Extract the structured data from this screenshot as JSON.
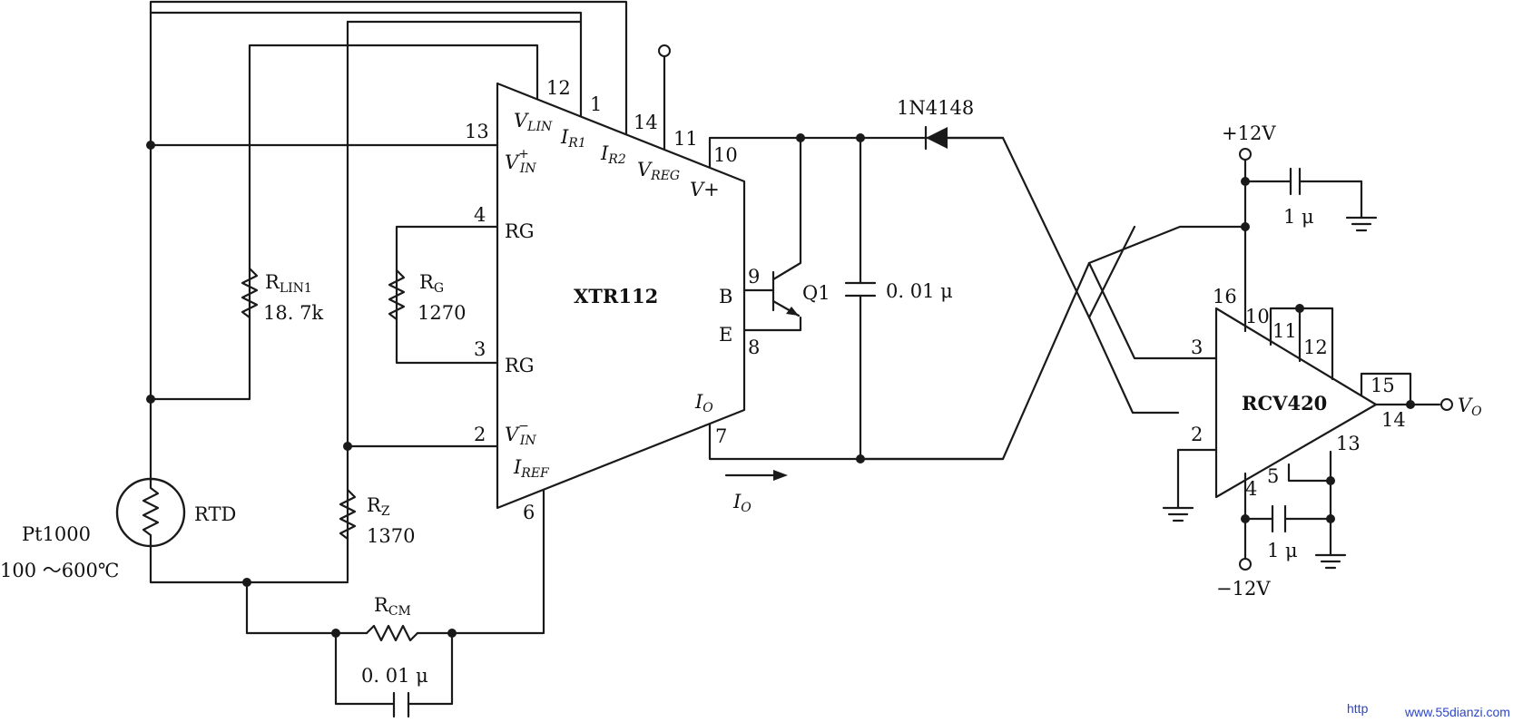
{
  "ic1": {
    "name": "XTR112",
    "pins": {
      "p12": "12",
      "p1": "1",
      "p14": "14",
      "p11": "11",
      "p10": "10",
      "p13": "13",
      "p4": "4",
      "p3": "3",
      "p2": "2",
      "p6": "6",
      "p9": "9",
      "p8": "8",
      "p7": "7"
    },
    "pin_labels": {
      "vlin_main": "V",
      "vlin_sub": "LIN",
      "ir1_main": "I",
      "ir1_sub": "R1",
      "ir2_main": "I",
      "ir2_sub": "R2",
      "vreg_main": "V",
      "vreg_sub": "REG",
      "vplus": "V+",
      "vinp_main": "V",
      "vinp_sup": "+",
      "vinp_sub": "IN",
      "rg_top": "RG",
      "rg_bot": "RG",
      "vinm_main": "V",
      "vinm_sup": "−",
      "vinm_sub": "IN",
      "iref_main": "I",
      "iref_sub": "REF",
      "b": "B",
      "e": "E",
      "io_main": "I",
      "io_sub": "O"
    }
  },
  "ic2": {
    "name": "RCV420",
    "pins": {
      "p16": "16",
      "p10": "10",
      "p11": "11",
      "p12": "12",
      "p15": "15",
      "p3": "3",
      "p2": "2",
      "p14": "14",
      "p13": "13",
      "p5": "5",
      "p4": "4"
    }
  },
  "components": {
    "rlin1_main": "R",
    "rlin1_sub": "LIN1",
    "rlin1_value": "18. 7k",
    "rg_main": "R",
    "rg_sub": "G",
    "rg_value": "1270",
    "rz_main": "R",
    "rz_sub": "Z",
    "rz_value": "1370",
    "rcm_main": "R",
    "rcm_sub": "CM",
    "rcm_cap_value": "0. 01 μ",
    "rtd_label": "RTD",
    "rtd_type": "Pt1000",
    "rtd_range": "100 ～600℃",
    "q1_label": "Q1",
    "c_main_value": "0. 01 μ",
    "diode_label": "1N4148",
    "c_pos_value": "1 μ",
    "c_neg_value": "1 μ"
  },
  "supply": {
    "pos": "+12V",
    "neg": "−12V"
  },
  "output": {
    "main": "V",
    "sub": "O"
  },
  "current": {
    "main": "I",
    "sub": "O"
  },
  "watermark": {
    "prefix": "http",
    "domain": "www.55dianzi.com"
  }
}
